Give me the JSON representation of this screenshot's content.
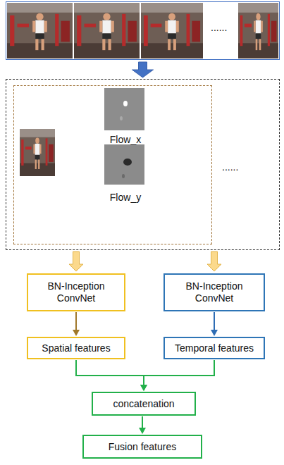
{
  "diagram": {
    "nodes": [
      {
        "text": [
          "......"
        ]
      },
      {
        "text": [
          "......"
        ]
      },
      {
        "text": [
          "Flow_x",
          "Flow_y"
        ],
        "in": 1
      },
      {
        "text": [
          "BN-Inception ConvNet"
        ]
      },
      {
        "text": [
          "BN-Inception ConvNet"
        ]
      },
      {
        "text": [
          "Spatial features"
        ]
      },
      {
        "text": [
          "Temporal features"
        ]
      },
      {
        "text": [
          "concatenation"
        ]
      },
      {
        "text": [
          "Fusion features"
        ]
      }
    ],
    "edges": [
      {
        "from": 0,
        "to": 1,
        "arrow": "to"
      },
      {
        "from": 1,
        "to": 3,
        "arrow": "to"
      },
      {
        "from": 1,
        "to": 4,
        "arrow": "to"
      },
      {
        "from": 3,
        "to": 5,
        "arrow": "to"
      },
      {
        "from": 4,
        "to": 6,
        "arrow": "to"
      },
      {
        "from": 5,
        "to": 7,
        "arrow": "to"
      },
      {
        "from": 6,
        "to": 7,
        "arrow": "to"
      },
      {
        "from": 7,
        "to": 8,
        "arrow": "to"
      }
    ]
  }
}
